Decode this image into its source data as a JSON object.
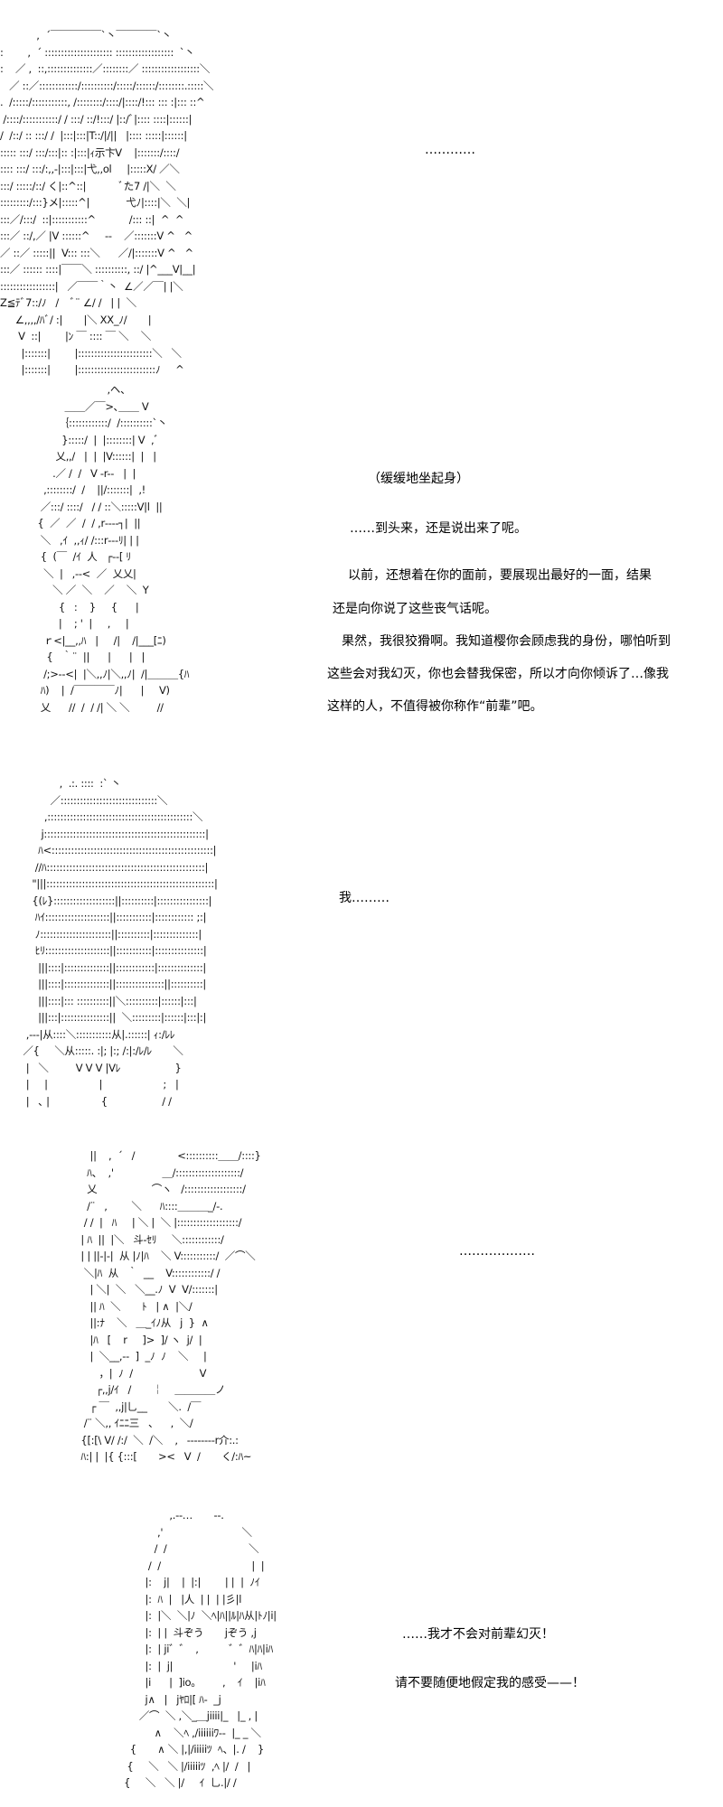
{
  "panels": [
    {
      "art": [
        "            ,  ´￣￣￣￣￣`丶￣￣￣￣`丶",
        ":        ,  ´ ::::::::::::::::::::: ::::::::::::::::::  `丶",
        ":    ／ ,  ::,::::::::::::::／::::::::／ ::::::::::::::::::＼",
        "   ／ ::／::::::::::::/::::::::::/:::::/::::::/::::::::.:::::＼",
        ".  /:::::/:::::::::::, /::::::::/::::/|::::/!::: ::: :|::: ::^",
        " /::::/:::::::::::/ / :::/ ::/!:::/ |::/ﾞ|:::: ::::|::::::|",
        "/  /::/ :: :::/ /  |:::|:::|T::/|/||   |:::: :::::|::::::|",
        "::::: :::/ :::/:::|:: :|:::|ｨ示卞V    |:::::::/::::/",
        ":::: :::/ :::/:,,-|:::|:::|弋,,ol     |:::::X/ ／＼",
        ":::/ :::::/::/ く|::^::|           ﾞた7 /|＼  ＼",
        ":::::::::/:::}メ|:::::^|            弋ﾉ|::::|＼  ＼|",
        ":::／/:::/  ::|:::::::::::^           /::: ::|  ^  ^",
        ":::／ ::/,／ |V ::::::^     ‐‐    ／:::::::V ^   ^",
        "／ ::／ :::::||  V::: :::＼      ／/|:::::::V ^   ^",
        ":::／ :::::: ::::|￣￣＼ ::::::::::, ::/ |^___V|__|",
        ":::::::::::::::::|   ／￣￣｀丶  ∠／／￣| |＼",
        "Z≦ﾃﾞ7::/ﾉ   /    ﾞ¨ ∠/ /   | |  ＼",
        "     ∠,,,,/ﾊﾞ/ :|       |＼ XX_ﾉ/       |",
        "      V  ::|        |ﾝ ￣ :::: ￣ ＼    ＼",
        "       |:::::::|        |:::::::::::::::::::::::＼   ＼",
        "       |:::::::|        |::::::::::::::::::::::::ﾉ     ^"
      ],
      "lines": [
        "…………"
      ]
    },
    {
      "art": [
        "                        ,ヘ、",
        "          ＿＿／￣>､＿＿ V",
        "        ｛::::::::::::/  /::::::::::`丶",
        "         }:::::/  |  |::::::::| V  ,ﾞ",
        "       乂,,/   |  |  |V::::::|  |   |",
        "      .／ /  /   V ‐r-‐   |  |",
        "   ,::::::::/  /    ||/:::::::|  ,!",
        "  ／:::/ ::::/   / / ::＼:::::V|l  ||",
        " {  ／  ／  /  / ,r‐‐‐‐┐|  ||",
        "  ＼   ,ｲ  ,,ｨ/ /:::r‐‐‐ﾘ| | |",
        "  {  (￣  /ｲ  人   ┌‐‐[ ﾘ",
        "   ＼  |   ,-‐<  ／  乂乂|",
        "      ＼ ／  ＼    ／    ＼  Y",
        "        {   :    }     {      |",
        "        |    ; '  |     ,     |",
        "   ｒ<|__,,ﾊ   |     /|    /|___[ﾆ)",
        "    {   ｀¨  ||      |      |   |",
        "   /;>‐‐<|  |＼,,ﾉ|＼,,ﾉ|  /|＿＿＿{ﾊ",
        "  ﾊ)    |  /￣￣￣￣ﾉ|      |     V)",
        "  乂      //  /  / /| ＼ ＼         //"
      ],
      "lines": [
        "（缓缓地坐起身）",
        "……到头来，还是说出来了呢。",
        "以前，还想着在你的面前，要展现出最好的一面，结果",
        "还是向你说了这些丧气话呢。",
        "果然，我很狡猾啊。我知道樱你会顾虑我的身份，哪怕听到",
        "这些会对我幻灭，你也会替我保密，所以才向你倾诉了…像我",
        "这样的人，不值得被你称作“前辈”吧。"
      ]
    },
    {
      "art": [
        "             ,  .:. ::::  :` 丶",
        "          ／::::::::::::::::::::::::::::::＼",
        "        ,:::::::::::::::::::::::::::::::::::::::::::::＼",
        "       j::::::::::::::::::::::::::::::::::::::::::::::::::|",
        "      ﾊ<::::::::::::::::::::::::::::::::::::::::::::::::::|",
        "     //ﾊ:::::::::::::::::::::::::::::::::::::::::::::::::|",
        "    \"|||::::::::::::::::::::::::::::::::::::::::::::::::::::|",
        "    {(ﾚ}:::::::::::::::::::||::::::::::|::::::::::::::::|",
        "     ﾊｲ::::::::::::::::::::||:::::::::::|:::::::::::: ;:|",
        "     ﾉ::::::::::::::::::::::||::::::::::|::::::::::::::|",
        "     ﾋﾘ::::::::::::::::::::||:::::::::::|:::::::::::::::|",
        "      |||::::|::::::::::::::||::::::::::::|::::::::::::::|",
        "      |||::::|::::::::::::::||:::::::::::::::||::::::::::|",
        "      |||::::|::: ::::::::::||＼::::::::::|::::::|:::|",
        "      |||:::|:::::::::::::::||  ＼:::::::::|::::::|:::|:|",
        "  ,-‐‐|从::::＼:::::::::::从|.::::::| ｨ:/ﾚﾚ",
        " ／{     ＼从:::::. :|; |:; /:|:/ﾚ/ﾚ       ＼",
        "  |   ＼         V V V |Vﾚ                  }",
        "  |     |                 |                    ;   |",
        "  |   ､ |                 {                  / /"
      ],
      "lines": [
        "我………"
      ]
    },
    {
      "art": [
        "       ||    ,  ´   /              <::::::::::＿＿/::::}",
        "      ﾊ、  ,'                ＿/::::::::::::::::::::/",
        "      乂                  ⌒ヽ   /::::::::::::::::::/",
        "      /¨   ,        ＼      ﾊ::::＿＿＿_/-.",
        "     / /  |   ﾊ     | ＼ |  ＼ |:::::::::::::::::::/",
        "    | ﾊ  ||  |＼   斗-ｾﾘ     ＼::::::::::::/",
        "    | | ||‐|‐|  从 |ﾉ|ﾊ    ＼ V:::::::::::/  ／⌒＼",
        "     ＼|ﾊ  从   ｀  __    V::::::::::::/ /",
        "       | ＼|  ＼   ＼__.ﾉ  V  V/:::::::|",
        "       || ﾊ  ＼       ﾄ   | ∧  |＼/",
        "       ||:ﾅ    ＼   ＿_ｲﾉ从   j  }  ∧",
        "       |ﾊ   [    r     ]>  ]/ ヽ  j/  |",
        "       |  ＼__,-‐  ]  _ﾉ  ﾉ    ＼     |",
        "          ，|  ﾉ  /                      V",
        "         ┌,,j/ｲ   /       ￤    ＿＿＿＿ノ",
        "       ┌ ￣  ,,j|乚__       ＼.  /￣",
        "     /¨ ＼,, ｲﾆﾆ三   、    ,  ＼/",
        "    {[:[\\ V/ /:/  ＼  /＼    ,   ‐‐‐‐‐‐‐‐r介:.:",
        "    ﾊ:| |  |{ {:::[       ><   V  /       く/:ﾊ~"
      ],
      "lines": [
        "………………"
      ]
    },
    {
      "art": [
        "                  ,.-‐…       ‐-.",
        "              ,'                          ＼",
        "             /  /                           ＼",
        "           /  /                              |  |",
        "          |:    j|    |  |:|        | |  |  ﾉｲ",
        "          |:  ﾊ  |   |人  | |  | |彡|l",
        "          |:  |＼  ＼|ﾉ  ＼ﾍ|ﾊ||ﾙ|ﾊ从|ﾄﾉ|i|",
        "          |:  | |  斗ぞう       jぞう ,j",
        "          |:  | ji゛゛  ,          ゛゛ﾊ|ﾊ|iﾊ",
        "          |:  |  j|                    '     |iﾊ",
        "          |i      |  ]io。       ,    ｲ    |iﾊ",
        "          j∧   |   jﾔﾛ|[ ﾊ‐  _j",
        "        ／⌒  ＼ ,＼_＿jiiii|_   |_ , |",
        "             ∧    ＼ﾍ ,/iiiiiiﾜ‐‐  |_ _ ＼",
        "     {       ∧ ＼ |,|/iiiiiﾂ  ﾍ、|. /    }",
        "    {     ＼   ＼ |/iiiiiﾂ  ,ﾍ |/  /   |",
        "   {     ＼   ＼ |/     ｲ  乚.|/ /"
      ],
      "lines": [
        "……我才不会对前辈幻灭！",
        "请不要随便地假定我的感受——！"
      ]
    }
  ]
}
